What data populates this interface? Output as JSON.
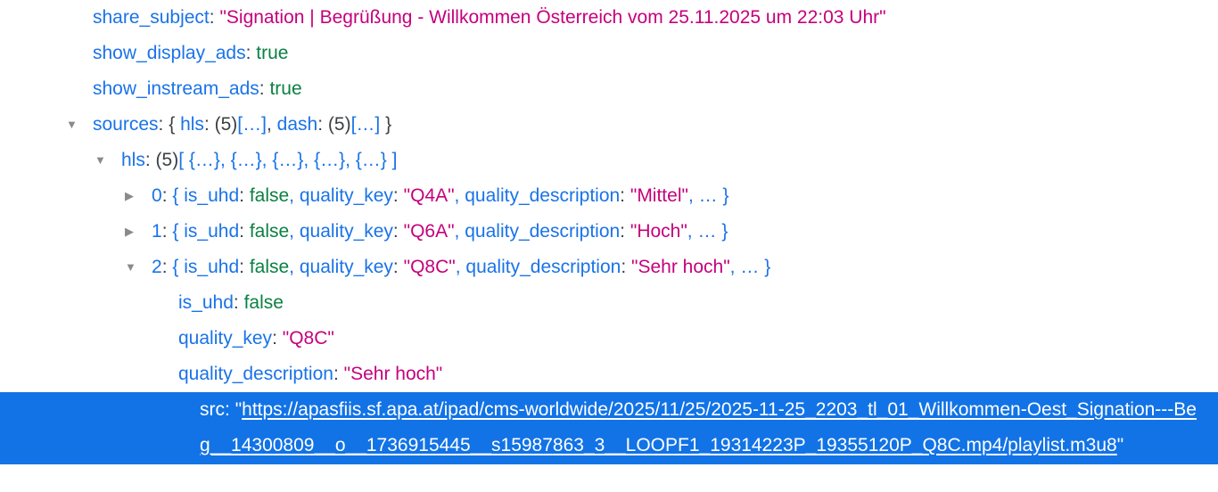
{
  "theme": {
    "background": "#ffffff",
    "key_color": "#1a73e8",
    "string_color": "#c5007c",
    "boolean_color": "#0b8043",
    "punctuation_gray": "#3c4043",
    "selection_background": "#1273e6",
    "selection_foreground": "#ffffff",
    "triangle_color": "#8a8a8a"
  },
  "icons": {
    "expanded": "disclosure-triangle-down-icon",
    "collapsed": "disclosure-triangle-right-icon"
  },
  "rows": {
    "share_subject": {
      "key": "share_subject",
      "colon": ":",
      "value": "\"Signation | Begrüßung - Willkommen Österreich vom 25.11.2025 um 22:03 Uhr\""
    },
    "show_display_ads": {
      "key": "show_display_ads",
      "colon": ":",
      "value": "true"
    },
    "show_instream_ads": {
      "key": "show_instream_ads",
      "colon": ":",
      "value": "true"
    },
    "sources": {
      "key": "sources",
      "colon": ":",
      "open_brace": "{",
      "hls_key": "hls",
      "hls_colon": ":",
      "hls_count": "(5)",
      "hls_ellipsis": "[…]",
      "comma": ",",
      "dash_key": "dash",
      "dash_colon": ":",
      "dash_count": "(5)",
      "dash_ellipsis": "[…]",
      "close_brace": "}"
    },
    "hls": {
      "key": "hls",
      "colon": ":",
      "count": "(5)",
      "open_bracket": "[",
      "items": [
        "{…}",
        "{…}",
        "{…}",
        "{…}",
        "{…}"
      ],
      "separator": ",",
      "close_bracket": "]"
    },
    "hls_0": {
      "index": "0",
      "colon": ":",
      "open_brace": "{",
      "k1": "is_uhd",
      "k1_colon": ":",
      "v1": "false",
      "c1": ",",
      "k2": "quality_key",
      "k2_colon": ":",
      "v2": "\"Q4A\"",
      "c2": ",",
      "k3": "quality_description",
      "k3_colon": ":",
      "v3": "\"Mittel\"",
      "c3": ",",
      "ellipsis": "…",
      "close_brace": "}"
    },
    "hls_1": {
      "index": "1",
      "colon": ":",
      "open_brace": "{",
      "k1": "is_uhd",
      "k1_colon": ":",
      "v1": "false",
      "c1": ",",
      "k2": "quality_key",
      "k2_colon": ":",
      "v2": "\"Q6A\"",
      "c2": ",",
      "k3": "quality_description",
      "k3_colon": ":",
      "v3": "\"Hoch\"",
      "c3": ",",
      "ellipsis": "…",
      "close_brace": "}"
    },
    "hls_2": {
      "index": "2",
      "colon": ":",
      "open_brace": "{",
      "k1": "is_uhd",
      "k1_colon": ":",
      "v1": "false",
      "c1": ",",
      "k2": "quality_key",
      "k2_colon": ":",
      "v2": "\"Q8C\"",
      "c2": ",",
      "k3": "quality_description",
      "k3_colon": ":",
      "v3": "\"Sehr hoch\"",
      "c3": ",",
      "ellipsis": "…",
      "close_brace": "}"
    },
    "hls_2_is_uhd": {
      "key": "is_uhd",
      "colon": ":",
      "value": "false"
    },
    "hls_2_quality_key": {
      "key": "quality_key",
      "colon": ":",
      "value": "\"Q8C\""
    },
    "hls_2_quality_description": {
      "key": "quality_description",
      "colon": ":",
      "value": "\"Sehr hoch\""
    },
    "hls_2_src": {
      "key": "src",
      "colon": ":",
      "open_quote": "\"",
      "url": "https://apasfiis.sf.apa.at/ipad/cms-worldwide/2025/11/25/2025-11-25_2203_tl_01_Willkommen-Oest_Signation---Beg__14300809__o__1736915445__s15987863_3__LOOPF1_19314223P_19355120P_Q8C.mp4/playlist.m3u8",
      "close_quote": "\"",
      "selected": true
    }
  }
}
